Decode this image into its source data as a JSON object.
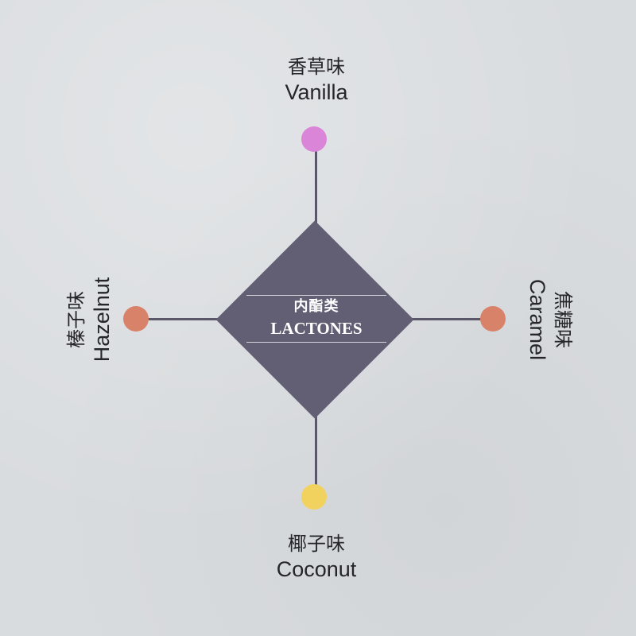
{
  "center": {
    "label_cn": "内酯类",
    "label_en": "LACTONES",
    "color": "#625e74"
  },
  "branches": {
    "top": {
      "label_cn": "香草味",
      "label_en": "Vanilla",
      "color": "#da85d8"
    },
    "right": {
      "label_cn": "焦糖味",
      "label_en": "Caramel",
      "color": "#d8826a"
    },
    "bottom": {
      "label_cn": "椰子味",
      "label_en": "Coconut",
      "color": "#f2d25f"
    },
    "left": {
      "label_cn": "榛子味",
      "label_en": "Hazelnut",
      "color": "#d8826a"
    }
  },
  "connector_color": "#5a5768"
}
